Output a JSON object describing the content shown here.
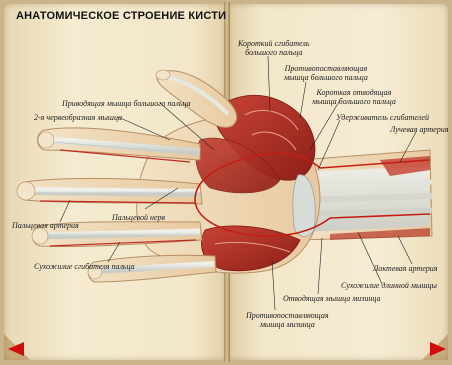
{
  "title": "АНАТОМИЧЕСКОЕ СТРОЕНИЕ КИСТИ",
  "labels": {
    "flexor_pollicis_brevis": "Короткий сгибатель\nбольшого пальца",
    "opponens_pollicis": "Противопоставляющая\nмышца большого пальца",
    "abductor_pollicis_brevis": "Короткая отводящая\nмышца большого пальца",
    "flexor_retinaculum": "Удерживатель сгибателей",
    "radial_artery": "Лучевая артерия",
    "adductor_pollicis": "Приводящая мышца большого пальца",
    "lumbrical_2": "2-я червеобразная мышца",
    "digital_nerve": "Пальцевой нерв",
    "digital_artery": "Пальцевая артерия",
    "flexor_tendon_sheath": "Сухожилие сгибателя пальца",
    "palmaris_longus_tendon": "Сухожилие длинной мышцы",
    "ulnar_artery": "Локтевая артерия",
    "abductor_digiti_minimi": "Отводящая мышца мизинца",
    "opponens_digiti_minimi": "Противопоставляющая\nмышца мизинца"
  },
  "nav": {
    "prev": "previous-page",
    "next": "next-page"
  },
  "colors": {
    "nav": "#d10a0a",
    "page": "#f3e7ca",
    "muscle": "#b8322a"
  }
}
